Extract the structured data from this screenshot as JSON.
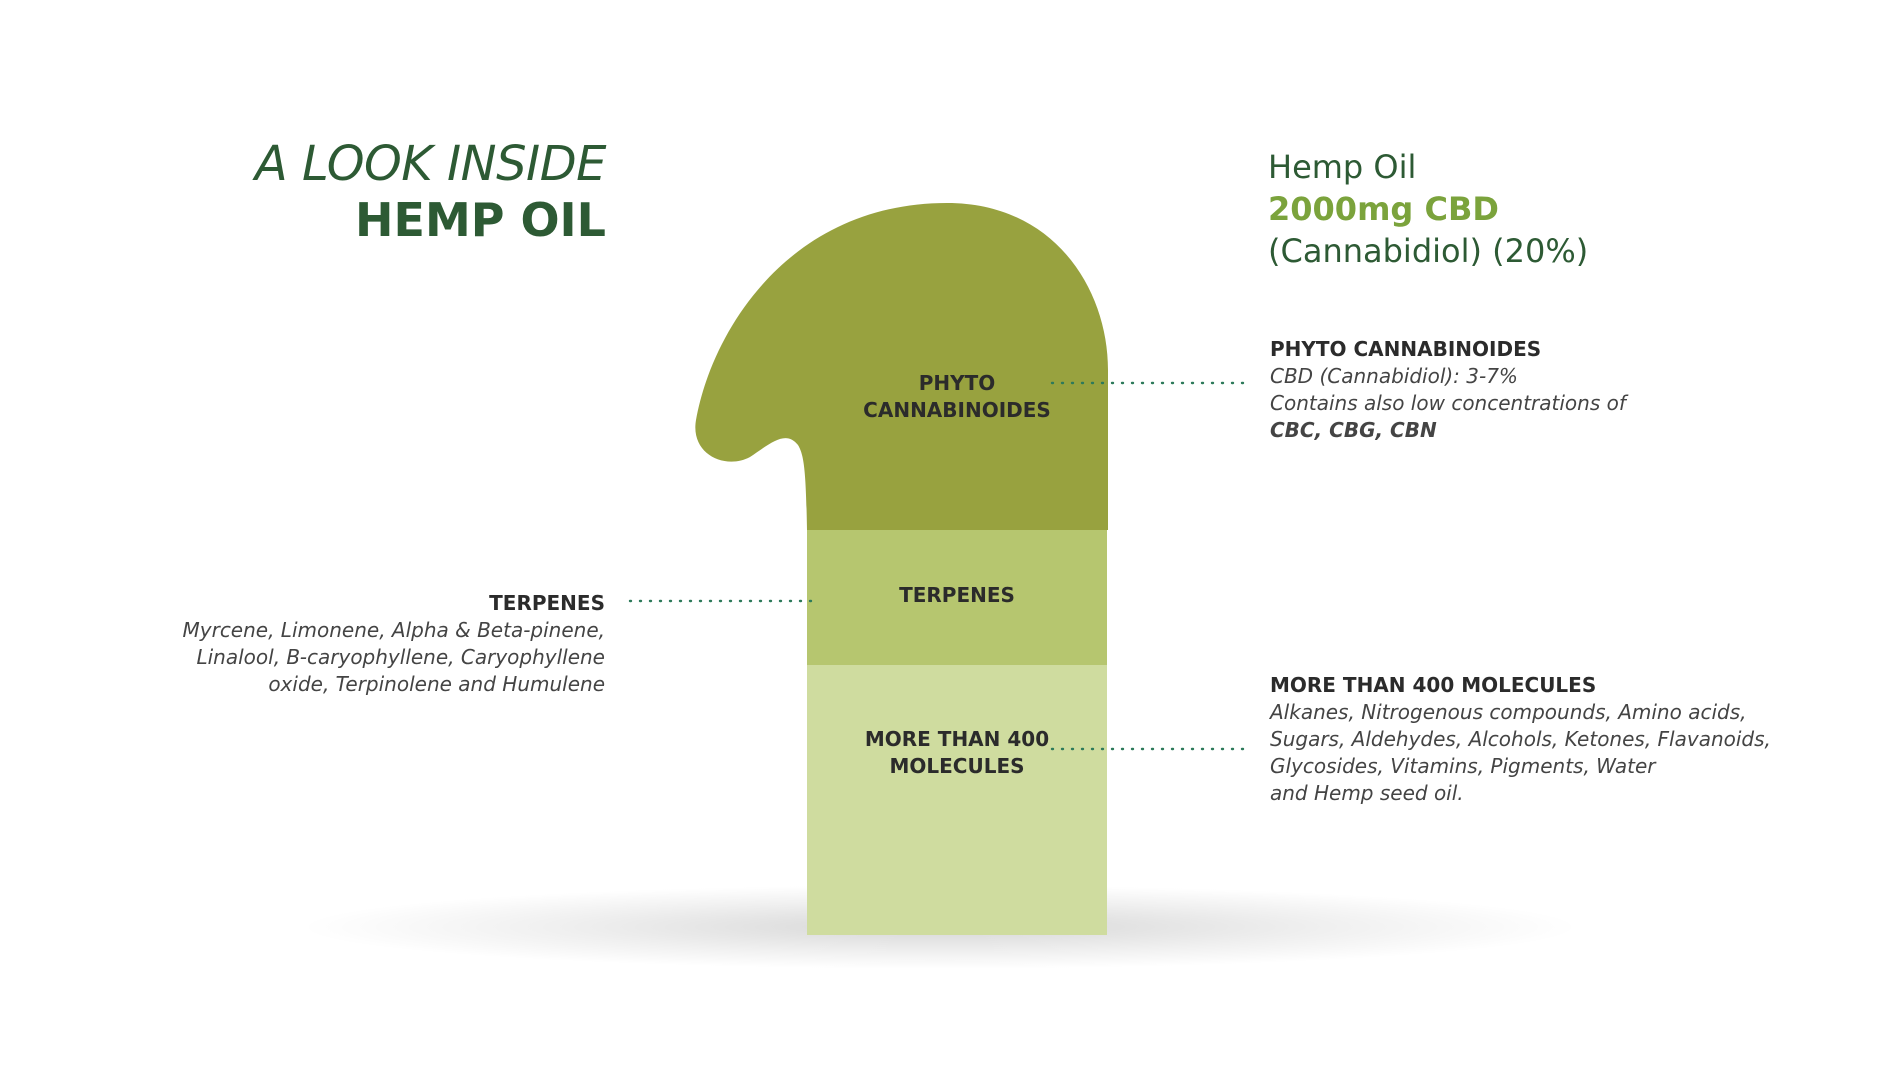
{
  "heading": {
    "line1": "A LOOK INSIDE",
    "line2": "HEMP OIL"
  },
  "product": {
    "name": "Hemp Oil",
    "strength": "2000mg CBD",
    "detail": "(Cannabidiol) (20%)"
  },
  "segments": {
    "cannabinoids": {
      "label_1": "PHYTO",
      "label_2": "CANNABINOIDES",
      "color": "#98a23f"
    },
    "terpenes": {
      "label": "TERPENES",
      "color": "#b6c66f"
    },
    "molecules": {
      "label_1": "MORE THAN 400",
      "label_2": "MOLECULES",
      "color": "#cfdc9f"
    }
  },
  "callouts": {
    "cannabinoids": {
      "title": "PHYTO CANNABINOIDES",
      "line1": "CBD (Cannabidiol): 3-7%",
      "line2": "Contains also low concentrations of",
      "line3": "CBC, CBG, CBN"
    },
    "terpenes": {
      "title": "TERPENES",
      "line1": "Myrcene, Limonene, Alpha & Beta-pinene,",
      "line2": "Linalool, B-caryophyllene, Caryophyllene",
      "line3": "oxide, Terpinolene and Humulene"
    },
    "molecules": {
      "title": "MORE THAN 400 MOLECULES",
      "line1": "Alkanes, Nitrogenous compounds, Amino acids,",
      "line2": "Sugars, Aldehydes, Alcohols, Ketones, Flavanoids,",
      "line3": "Glycosides, Vitamins, Pigments, Water",
      "line4": "and Hemp seed oil."
    }
  },
  "colors": {
    "heading": "#2d5a34",
    "accent": "#7ba33c",
    "leader": "#2d7a5a"
  }
}
